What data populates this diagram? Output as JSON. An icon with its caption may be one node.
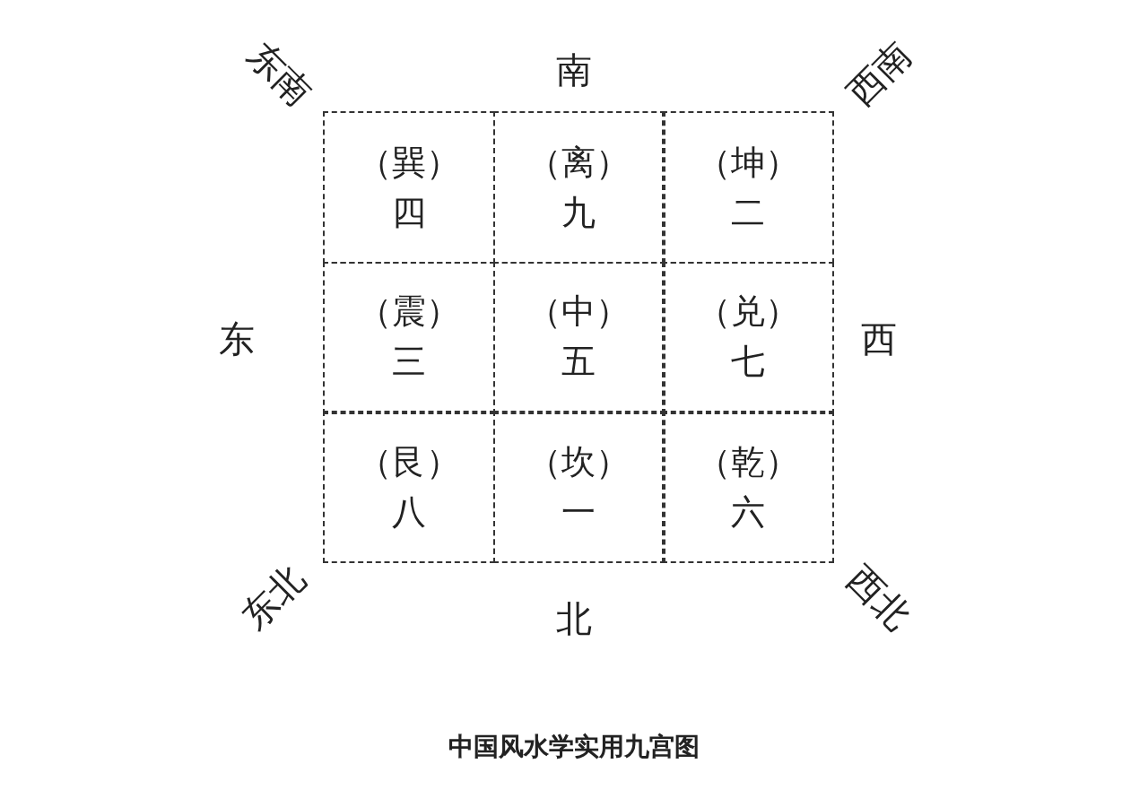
{
  "diagram": {
    "caption": "中国风水学实用九宫图",
    "nodes": [
      {
        "text": [
          "（巽）",
          "四"
        ]
      },
      {
        "text": [
          "（离）",
          "九"
        ]
      },
      {
        "text": [
          "（坤）",
          "二"
        ]
      },
      {
        "text": [
          "（震）",
          "三"
        ]
      },
      {
        "text": [
          "（中）",
          "五"
        ]
      },
      {
        "text": [
          "（兑）",
          "七"
        ]
      },
      {
        "text": [
          "（艮）",
          "八"
        ]
      },
      {
        "text": [
          "（坎）",
          "一"
        ]
      },
      {
        "text": [
          "（乾）",
          "六"
        ]
      }
    ],
    "edges": [],
    "labels": [
      "东南",
      "南",
      "西南",
      "东",
      "西",
      "东北",
      "北",
      "西北"
    ]
  }
}
